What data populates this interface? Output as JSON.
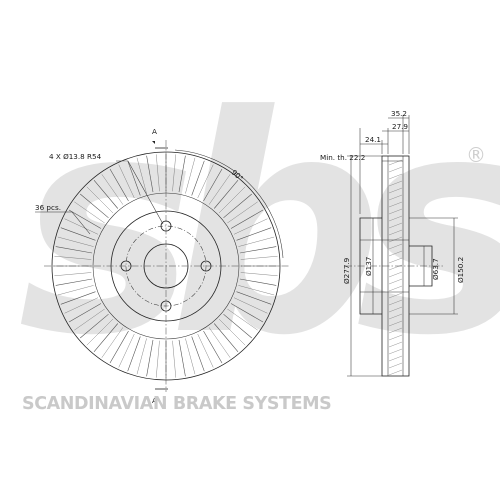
{
  "brand": {
    "logo_text": "sbs",
    "registered_mark": "®",
    "tagline": "SCANDINAVIAN BRAKE SYSTEMS",
    "colors": {
      "logo": "#e3e3e3",
      "tagline": "#c9c9c9"
    }
  },
  "front_view": {
    "section_marker_top": "A",
    "section_marker_bottom": "A",
    "holes_label": "4 X Ø13.8 R54",
    "vents_label": "36 pcs.",
    "angle_label": "90°"
  },
  "side_view": {
    "dim_total_width": "35.2",
    "dim_width_2": "27.9",
    "dim_width_3": "24.1",
    "min_thickness_label": "Min. th. 22.2",
    "dim_outer_diameter": "Ø277.9",
    "dim_diameter_137": "Ø137",
    "dim_center_bore": "Ø63.7",
    "dim_hat_diameter": "Ø150.2"
  }
}
